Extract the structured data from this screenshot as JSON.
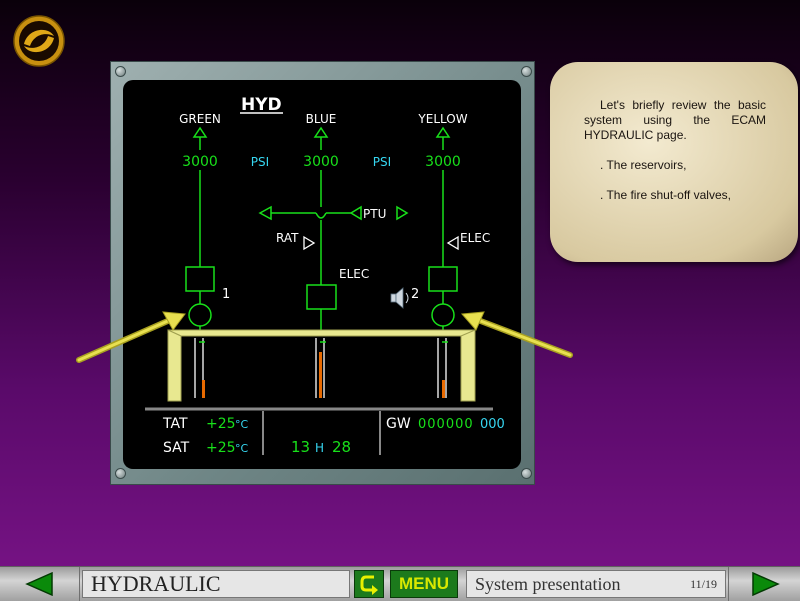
{
  "ecam": {
    "page_title": "HYD",
    "systems": [
      {
        "name": "GREEN",
        "pressure": "3000"
      },
      {
        "name": "BLUE",
        "pressure": "3000"
      },
      {
        "name": "YELLOW",
        "pressure": "3000"
      }
    ],
    "psi_left": "PSI",
    "psi_right": "PSI",
    "ptu_label": "PTU",
    "rat_label": "RAT",
    "elec_yellow_label": "ELEC",
    "elec_blue_label": "ELEC",
    "pump1_label": "1",
    "pump2_label": "2",
    "tat_label": "TAT",
    "tat_value": "+25",
    "tat_unit": "°C",
    "sat_label": "SAT",
    "sat_value": "+25",
    "sat_unit": "°C",
    "time_hours": "13",
    "time_h": "H",
    "time_minutes": "28",
    "gw_label": "GW",
    "gw_value": "000000",
    "gw_unit": "000",
    "colors": {
      "green": "#18e01a",
      "cyan": "#36d6f0",
      "white": "#ffffff",
      "amber": "#e86a00",
      "frame": "#c8c878"
    }
  },
  "note": {
    "intro": "Let's briefly review the basic system using the ECAM HYDRAULIC page.",
    "items": [
      ". The reservoirs,",
      ". The fire shut-off valves,"
    ]
  },
  "footer": {
    "section_title": "HYDRAULIC",
    "menu_label": "MENU",
    "subtitle": "System presentation",
    "page_number": "11/19"
  }
}
